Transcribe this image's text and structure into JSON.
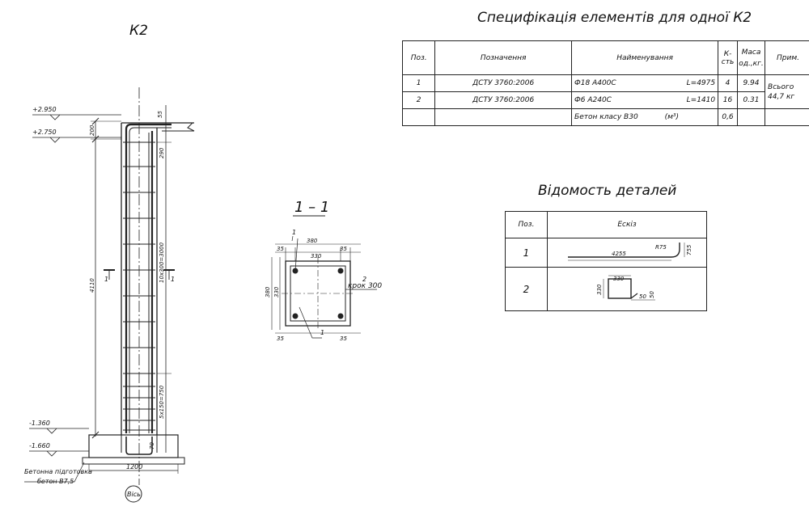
{
  "column": {
    "title": "К2",
    "levels": [
      "+2.950",
      "+2.750",
      "-1.360",
      "-1.660"
    ],
    "dims": {
      "d55": "55",
      "d200": "200",
      "d290": "290",
      "d4110": "4110",
      "d3000": "10х300=3000",
      "d750": "5х150=750",
      "d70": "70",
      "d1200": "1200"
    },
    "section_mark": "1",
    "prep_note_1": "Бетонна підготовка",
    "prep_note_2": "бетон В7,5",
    "axis_label": "Вісь"
  },
  "section": {
    "title": "1 – 1",
    "dims": [
      "35",
      "35",
      "380",
      "330",
      "35",
      "35",
      "35",
      "380",
      "35",
      "35"
    ],
    "label_380": "380",
    "label_330": "330",
    "label_35": "35",
    "callout_1": "1",
    "callout_2": "2",
    "callout_2_note": "крок 300"
  },
  "spec": {
    "title": "Специфікація елементів для одної К2",
    "headers": {
      "pos": "Поз.",
      "designation": "Позначення",
      "name": "Найменування",
      "qty": "К-сть",
      "mass_line1": "Маса",
      "mass_line2": "од.,кг.",
      "note": "Прим."
    },
    "rows": [
      {
        "pos": "1",
        "designation": "ДСТУ 3760:2006",
        "name": "Ф18 А400С",
        "length": "L=4975",
        "qty": "4",
        "mass": "9.94"
      },
      {
        "pos": "2",
        "designation": "ДСТУ 3760:2006",
        "name": "Ф6 А240С",
        "length": "L=1410",
        "qty": "16",
        "mass": "0.31"
      },
      {
        "pos": "",
        "designation": "",
        "name": "Бетон класу В30",
        "length": "(м³)",
        "qty": "0,6",
        "mass": ""
      }
    ],
    "note_line1": "Всього",
    "note_line2": "44,7 кг"
  },
  "details": {
    "title": "Відомость деталей",
    "headers": {
      "pos": "Поз.",
      "sketch": "Ескіз"
    },
    "rows": [
      {
        "pos": "1",
        "dim_a": "4255",
        "dim_b": "R75",
        "dim_c": "755"
      },
      {
        "pos": "2",
        "dim_a": "330",
        "dim_b": "330",
        "dim_c": "50",
        "dim_d": "50"
      }
    ]
  }
}
